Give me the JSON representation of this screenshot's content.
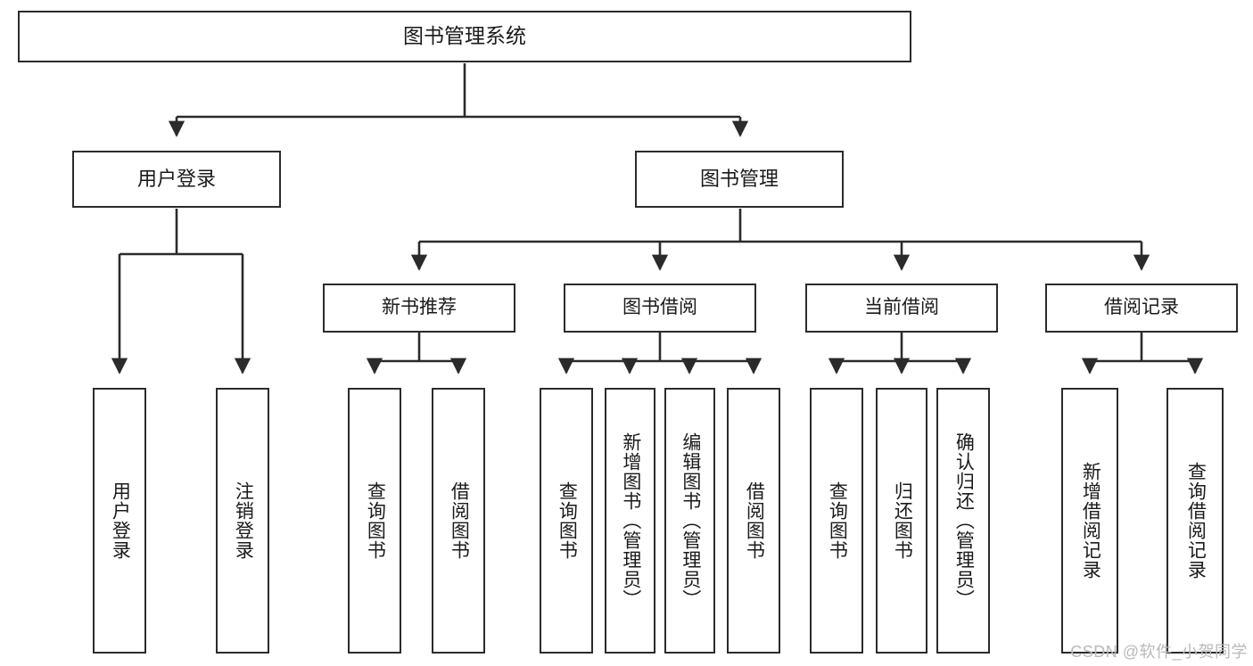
{
  "diagram": {
    "title": "图书管理系统",
    "watermark": "CSDN @软件_小贺同学",
    "type": "tree-hierarchy-diagram",
    "nodes": {
      "root": {
        "label": "图书管理系统"
      },
      "level2": [
        {
          "id": "user-login",
          "label": "用户登录"
        },
        {
          "id": "book-management",
          "label": "图书管理"
        }
      ],
      "level3": [
        {
          "id": "new-book-recommend",
          "label": "新书推荐"
        },
        {
          "id": "book-borrow",
          "label": "图书借阅"
        },
        {
          "id": "current-borrow",
          "label": "当前借阅"
        },
        {
          "id": "borrow-record",
          "label": "借阅记录"
        }
      ],
      "leaves": {
        "user-login": [
          {
            "id": "leaf-user-login",
            "label": "用户登录"
          },
          {
            "id": "leaf-logout-login",
            "label": "注销登录"
          }
        ],
        "new-book-recommend": [
          {
            "id": "leaf-query-book-1",
            "label": "查询图书"
          },
          {
            "id": "leaf-borrow-book-1",
            "label": "借阅图书"
          }
        ],
        "book-borrow": [
          {
            "id": "leaf-query-book-2",
            "label": "查询图书"
          },
          {
            "id": "leaf-add-book",
            "label": "新增图书（管理员）"
          },
          {
            "id": "leaf-edit-book",
            "label": "编辑图书（管理员）"
          },
          {
            "id": "leaf-borrow-book-2",
            "label": "借阅图书"
          }
        ],
        "current-borrow": [
          {
            "id": "leaf-query-book-3",
            "label": "查询图书"
          },
          {
            "id": "leaf-return-book",
            "label": "归还图书"
          },
          {
            "id": "leaf-confirm-return",
            "label": "确认归还（管理员）"
          }
        ],
        "borrow-record": [
          {
            "id": "leaf-add-record",
            "label": "新增借阅记录"
          },
          {
            "id": "leaf-query-record",
            "label": "查询借阅记录"
          }
        ]
      }
    },
    "colors": {
      "stroke": "#2b2b2b",
      "fill": "#ffffff",
      "text": "#1a1a1a",
      "watermark": "#b9b9b9"
    }
  }
}
